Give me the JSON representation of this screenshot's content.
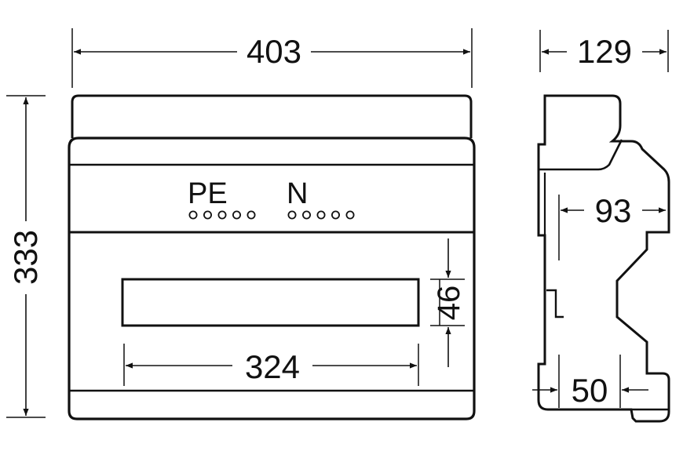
{
  "dimensions": {
    "front_width": "403",
    "front_height": "333",
    "din_rail_length": "324",
    "window_height": "46",
    "side_depth": "129",
    "side_inner_depth": "93",
    "side_rail_depth": "50"
  },
  "terminals": {
    "pe_label": "PE",
    "n_label": "N",
    "pe_count": 5,
    "n_count": 5
  },
  "colors": {
    "line": "#111111",
    "background": "#ffffff"
  }
}
